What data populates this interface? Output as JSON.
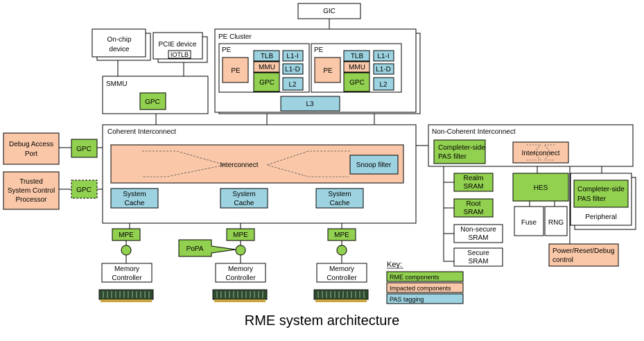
{
  "caption": "RME system architecture",
  "colors": {
    "rme_green": "#92D050",
    "impacted_orange": "#FAC8A8",
    "pas_blue": "#9DD3E0",
    "border": "#000000",
    "memory_chip": "#2E4A2E"
  },
  "top": {
    "gic": "GIC",
    "onchip_device": [
      "On-chip",
      "device"
    ],
    "pcie_device": "PCIE device",
    "iotlb": "IOTLB",
    "smmu": "SMMU",
    "smmu_gpc": "GPC"
  },
  "pe_cluster": {
    "title": "PE Cluster",
    "pe_label": "PE",
    "pe": "PE",
    "tlb": "TLB",
    "mmu": "MMU",
    "gpc": "GPC",
    "l1i": "L1-I",
    "l1d": "L1-D",
    "l2": "L2",
    "l3": "L3"
  },
  "coherent": {
    "title": "Coherent Interconnect",
    "interconnect": "Interconnect",
    "snoop_filter": "Snoop filter",
    "system_cache": [
      "System",
      "Cache"
    ]
  },
  "left": {
    "debug_access_port": [
      "Debug Access",
      "Port"
    ],
    "trusted_scp": [
      "Trusted",
      "System Control",
      "Processor"
    ],
    "gpc": "GPC"
  },
  "memory": {
    "mpe": "MPE",
    "popa": "PoPA",
    "controller": [
      "Memory",
      "Controller"
    ]
  },
  "noncoherent": {
    "title": "Non-Coherent Interconnect",
    "completer_pas": [
      "Completer-side",
      "PAS filter"
    ],
    "interconnect": "Interconnect",
    "realm_sram": [
      "Realm",
      "SRAM"
    ],
    "root_sram": [
      "Root",
      "SRAM"
    ],
    "nonsecure_sram": [
      "Non-secure",
      "SRAM"
    ],
    "secure_sram": [
      "Secure",
      "SRAM"
    ],
    "hes": "HES",
    "fuse": "Fuse",
    "rng": "RNG",
    "peripheral_pas": [
      "Completer-side",
      "PAS filter"
    ],
    "peripheral": "Peripheral",
    "power": [
      "Power/Reset/Debug",
      "control"
    ]
  },
  "key": {
    "title": "Key:",
    "rme": "RME components",
    "impacted": "Impacted components",
    "pas": "PAS tagging"
  }
}
